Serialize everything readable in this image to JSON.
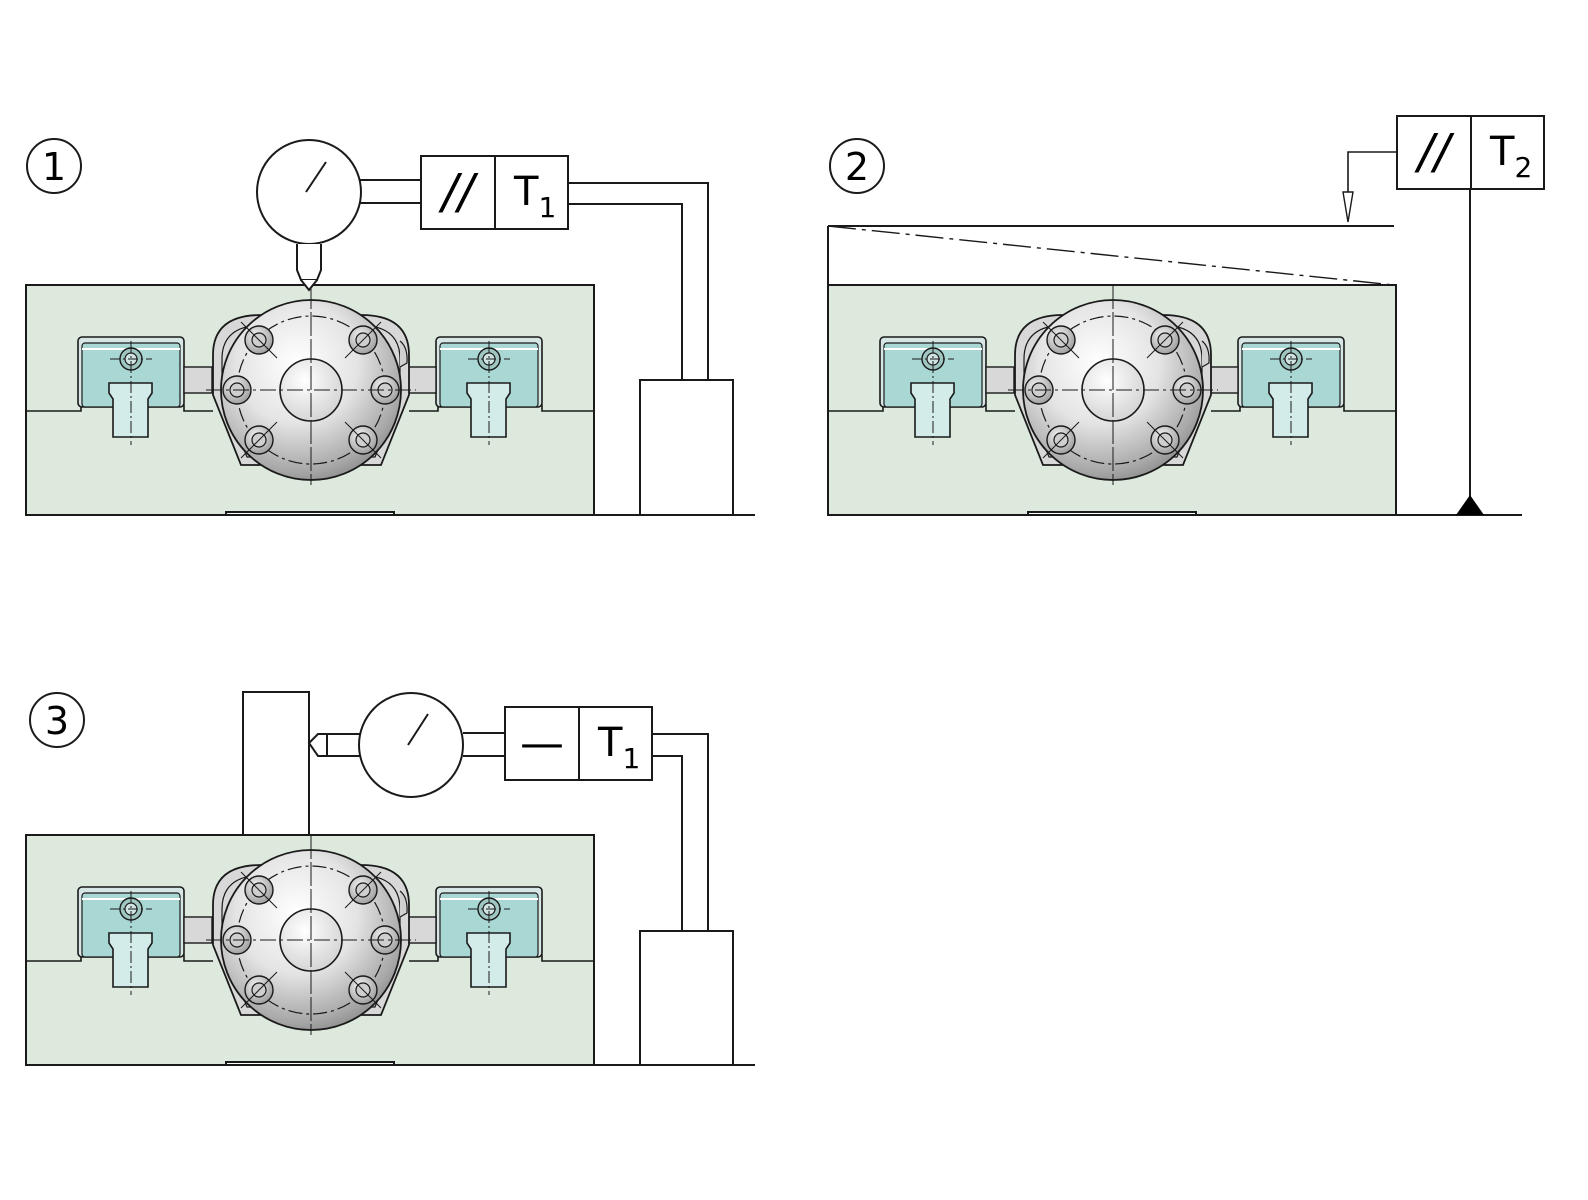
{
  "panels": [
    {
      "id": "1",
      "number": "1",
      "symbol": "//",
      "tolerance": "T",
      "subscript": "1"
    },
    {
      "id": "2",
      "number": "2",
      "symbol": "//",
      "tolerance": "T",
      "subscript": "2"
    },
    {
      "id": "3",
      "number": "3",
      "symbol": "—",
      "tolerance": "T",
      "subscript": "1"
    }
  ],
  "colors": {
    "housing": "#dde9dd",
    "carriage": "#a9d7d3",
    "rail": "#d3ecea",
    "insert": "#d8d8d8",
    "metal_light": "#f6f6f6",
    "metal_dark": "#8c8c8c",
    "line": "#1a1a1a"
  }
}
